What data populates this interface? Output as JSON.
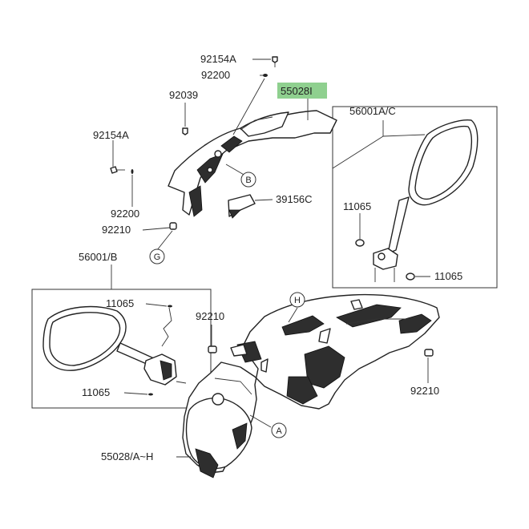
{
  "labels": {
    "p92154A_top": "92154A",
    "p92200_top": "92200",
    "p92039": "92039",
    "p55028I": "55028I",
    "p56001AC": "56001A/C",
    "p92154A_left": "92154A",
    "p39156C": "39156C",
    "p11065_r1": "11065",
    "p92200_left": "92200",
    "p92210_left": "92210",
    "p56001B": "56001/B",
    "p11065_r2": "11065",
    "p11065_b1": "11065",
    "p92210_mid": "92210",
    "p11065_b2": "11065",
    "p92210_right": "92210",
    "p55028AH": "55028/A~H"
  },
  "callouts": {
    "B": "B",
    "G": "G",
    "H": "H",
    "A": "A"
  },
  "colors": {
    "highlight": "#8fd08f",
    "line": "#222222"
  }
}
